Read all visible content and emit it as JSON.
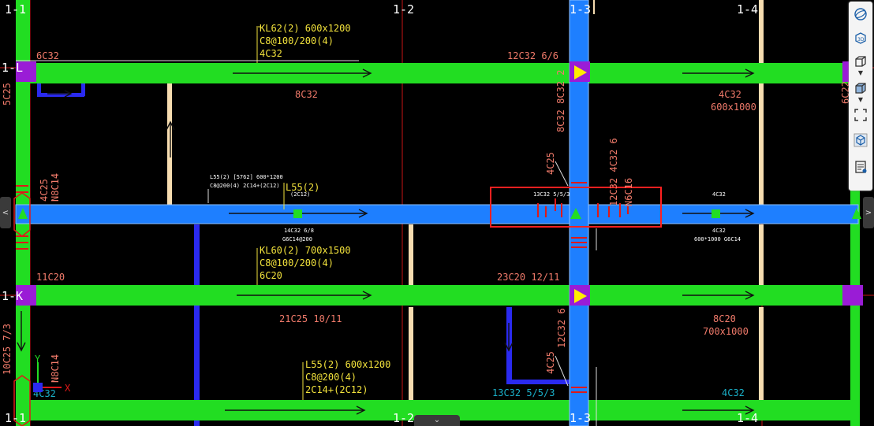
{
  "grid": {
    "cols": [
      "1-1",
      "1-2",
      "1-3",
      "1-4"
    ],
    "rows": [
      "1-L",
      "1-K"
    ]
  },
  "beams": {
    "kl62_name": "KL62(2) 600x1200",
    "kl62_stirrup": "C8@100/200(4)",
    "kl62_top": "4C32",
    "kl62_bottom": "8C32",
    "kl62_left_support": "6C32",
    "kl62_mid_support": "12C32 6/6",
    "kl62_right_bottom": "4C32",
    "kl62_right_size": "600x1000",
    "kl60_name": "KL60(2) 700x1500",
    "kl60_stirrup": "C8@100/200(4)",
    "kl60_top": "6C20",
    "kl60_left_support": "11C20",
    "kl60_mid_support": "23C20 12/11",
    "kl60_bottom": "21C25 10/11",
    "kl60_right_bottom": "8C20",
    "kl60_right_size": "700x1000",
    "l55_name": "L55(2) 600x1200",
    "l55_stirrup": "C8@200(4)",
    "l55_top": "2C14+(2C12)",
    "l55_mid_name": "L55(2)",
    "l55_mid_small1": "L55(2) [5762] 600*1200",
    "l55_mid_small2": "C8@200(4) 2C14+(2C12)",
    "l55_mid_small3": "(2C12)",
    "mid_bottom1": "14C32 6/8",
    "mid_bottom2": "G6C14@200",
    "mid_right_top": "4C32",
    "mid_right_bottom1": "4C32",
    "mid_right_bottom2": "600*1000 G6C14",
    "mid_support_small": "13C32 5/5/3",
    "col_mid_vert1": "8C32 8C32 2",
    "col_mid_vert2": "12C32 4C32 6",
    "col_left_vert": "N8C14",
    "col_left_vert2": "5C25",
    "col_left_c25": "4C25",
    "col_a": "4C25",
    "col_b": "4C25",
    "n6c16": "N6C16",
    "r6c22": "6C22",
    "left_lower_vert": "10C25 7/3",
    "bottom_left": "4C32",
    "bottom_mid": "13C32 5/5/3",
    "bottom_right": "4C32",
    "col_b_vert": "12C32 6",
    "col_left_lower": "N8C14"
  },
  "axis": {
    "x": "X",
    "y": "Y"
  },
  "toolbar": {
    "items": [
      "globe-icon",
      "3d-view-icon",
      "box-icon",
      "cube-filled-icon",
      "fullscreen-icon",
      "cube-outline-icon",
      "notes-icon"
    ]
  },
  "nav": {
    "left": "<",
    "right": ">",
    "bottom": "⌄"
  },
  "colors": {
    "beam_green": "#22dd22",
    "beam_blue": "#1e7fff",
    "column_purple": "#9a1cd6",
    "grid_red": "#c81414",
    "text_yellow": "#f2e23c",
    "text_salmon": "#f07a6a",
    "text_cyan": "#1ab0c8"
  }
}
